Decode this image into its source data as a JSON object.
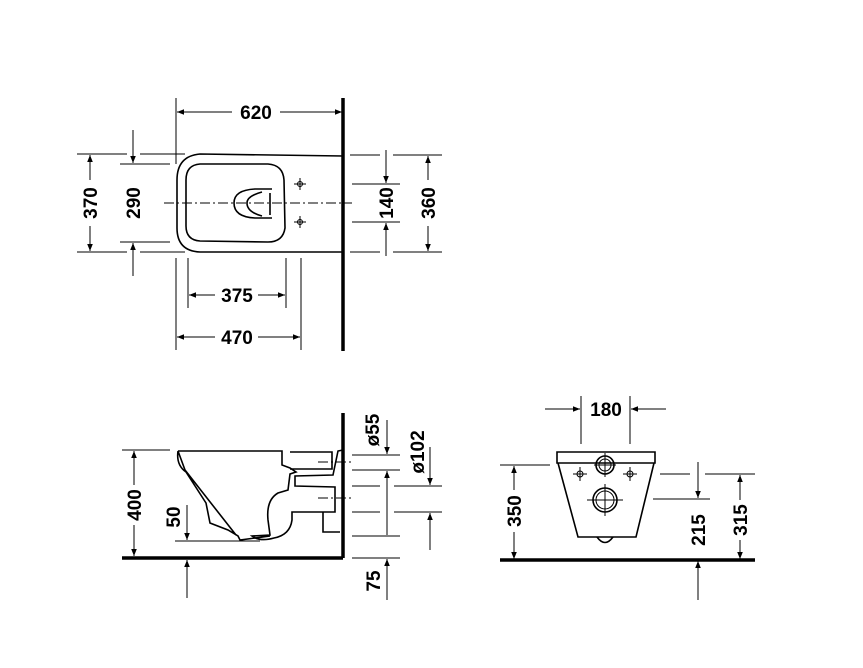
{
  "top_view": {
    "width_overall": "620",
    "width_total": "370",
    "seat_width": "290",
    "fixing_spacing": "140",
    "rim_width": "360",
    "fixing_to_front": "375",
    "depth_to_fixing": "470"
  },
  "side_view": {
    "height": "400",
    "trap_offset": "50",
    "floor_to_outlet": "75",
    "inlet_diameter": "ø55",
    "outlet_diameter": "ø102"
  },
  "front_view": {
    "fixing_width": "180",
    "rim_height": "350",
    "outlet_height": "215",
    "fixing_height": "315"
  }
}
